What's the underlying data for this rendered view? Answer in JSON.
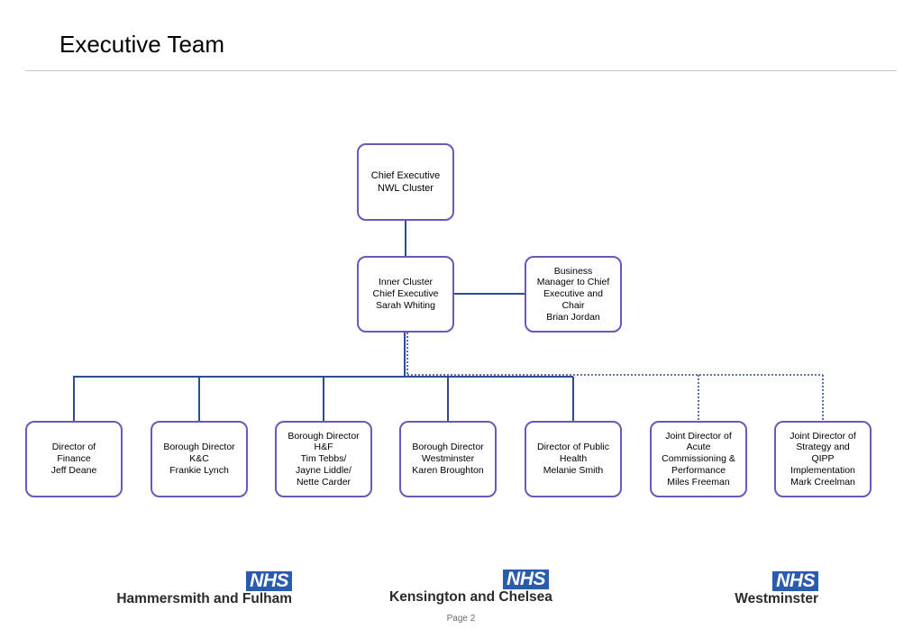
{
  "title": "Executive Team",
  "org": {
    "chief_executive": "Chief Executive\nNWL Cluster",
    "inner_cluster": "Inner Cluster\nChief Executive\nSarah Whiting",
    "business_manager": "Business\nManager to Chief\nExecutive and\nChair\nBrian Jordan",
    "reports": [
      "Director of\nFinance\nJeff Deane",
      "Borough Director\nK&C\nFrankie Lynch",
      "Borough Director\nH&F\nTim Tebbs/\nJayne Liddle/\nNette Carder",
      "Borough Director\nWestminster\nKaren Broughton",
      "Director of Public\nHealth\nMelanie Smith",
      "Joint Director of\nAcute\nCommissioning &\nPerformance\nMiles Freeman",
      "Joint Director of\nStrategy and\nQIPP\nImplementation\nMark Creelman"
    ]
  },
  "logos": [
    {
      "badge": "NHS",
      "name": "Hammersmith and Fulham"
    },
    {
      "badge": "NHS",
      "name": "Kensington and Chelsea"
    },
    {
      "badge": "NHS",
      "name": "Westminster"
    }
  ],
  "footer": {
    "page": "Page 2"
  },
  "colors": {
    "box_border": "#6b58b8",
    "line": "#2e4c8f",
    "nhs_blue": "#2a5cae"
  }
}
